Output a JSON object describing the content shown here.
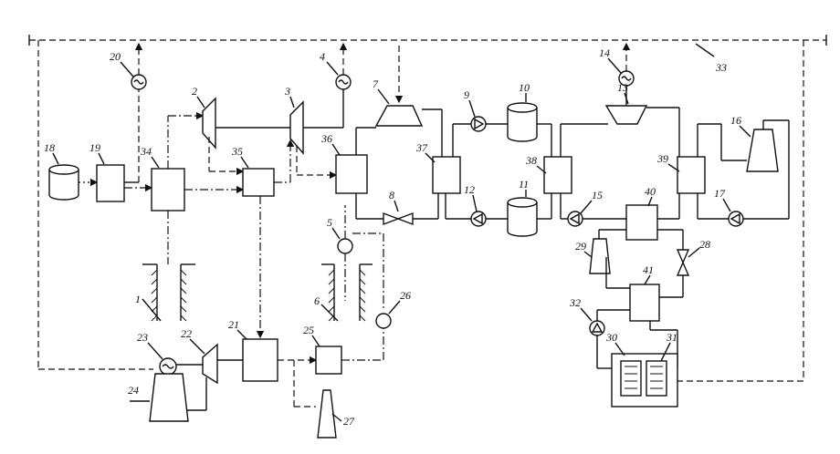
{
  "labels": {
    "l1": "1",
    "l2": "2",
    "l3": "3",
    "l4": "4",
    "l5": "5",
    "l6": "6",
    "l7": "7",
    "l8": "8",
    "l9": "9",
    "l10": "10",
    "l11": "11",
    "l12": "12",
    "l13": "13",
    "l14": "14",
    "l15": "15",
    "l16": "16",
    "l17": "17",
    "l18": "18",
    "l19": "19",
    "l20": "20",
    "l21": "21",
    "l22": "22",
    "l23": "23",
    "l24": "24",
    "l25": "25",
    "l26": "26",
    "l27": "27",
    "l28": "28",
    "l29": "29",
    "l30": "30",
    "l31": "31",
    "l32": "32",
    "l33": "33",
    "l34": "34",
    "l35": "35",
    "l36": "36",
    "l37": "37",
    "l38": "38",
    "l39": "39",
    "l40": "40",
    "l41": "41"
  }
}
